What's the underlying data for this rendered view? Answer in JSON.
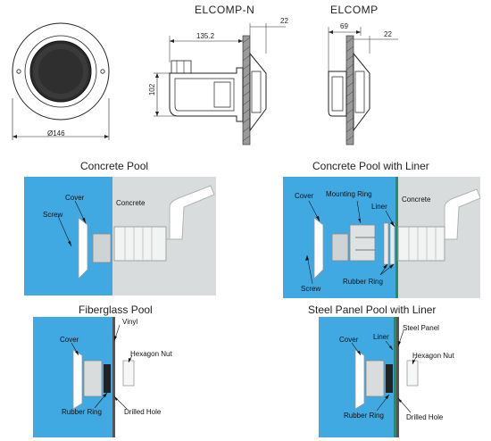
{
  "top": {
    "model_n": "ELCOMP-N",
    "model": "ELCOMP",
    "dim_diameter": "Ø146",
    "dim_depth": "135.2",
    "dim_flange_n": "22",
    "dim_height": "102",
    "dim_width": "69",
    "dim_flange": "22"
  },
  "concrete_pool": {
    "title": "Concrete Pool",
    "cover": "Cover",
    "screw": "Screw",
    "concrete": "Concrete"
  },
  "concrete_liner": {
    "title": "Concrete Pool with Liner",
    "cover": "Cover",
    "mounting_ring": "Mounting Ring",
    "liner": "Liner",
    "concrete": "Concrete",
    "screw": "Screw",
    "rubber_ring": "Rubber Ring"
  },
  "fiberglass": {
    "title": "Fiberglass Pool",
    "vinyl": "Vinyl",
    "cover": "Cover",
    "hex_nut": "Hexagon Nut",
    "rubber_ring": "Rubber Ring",
    "drilled_hole": "Drilled Hole"
  },
  "steel_panel": {
    "title": "Steel Panel Pool with Liner",
    "cover": "Cover",
    "liner": "Liner",
    "steel_panel": "Steel Panel",
    "hex_nut": "Hexagon Nut",
    "rubber_ring": "Rubber Ring",
    "drilled_hole": "Drilled Hole"
  },
  "colors": {
    "water": "#41a9e2",
    "wall": "#d8dcdc",
    "liner_green": "#2e8b57"
  }
}
